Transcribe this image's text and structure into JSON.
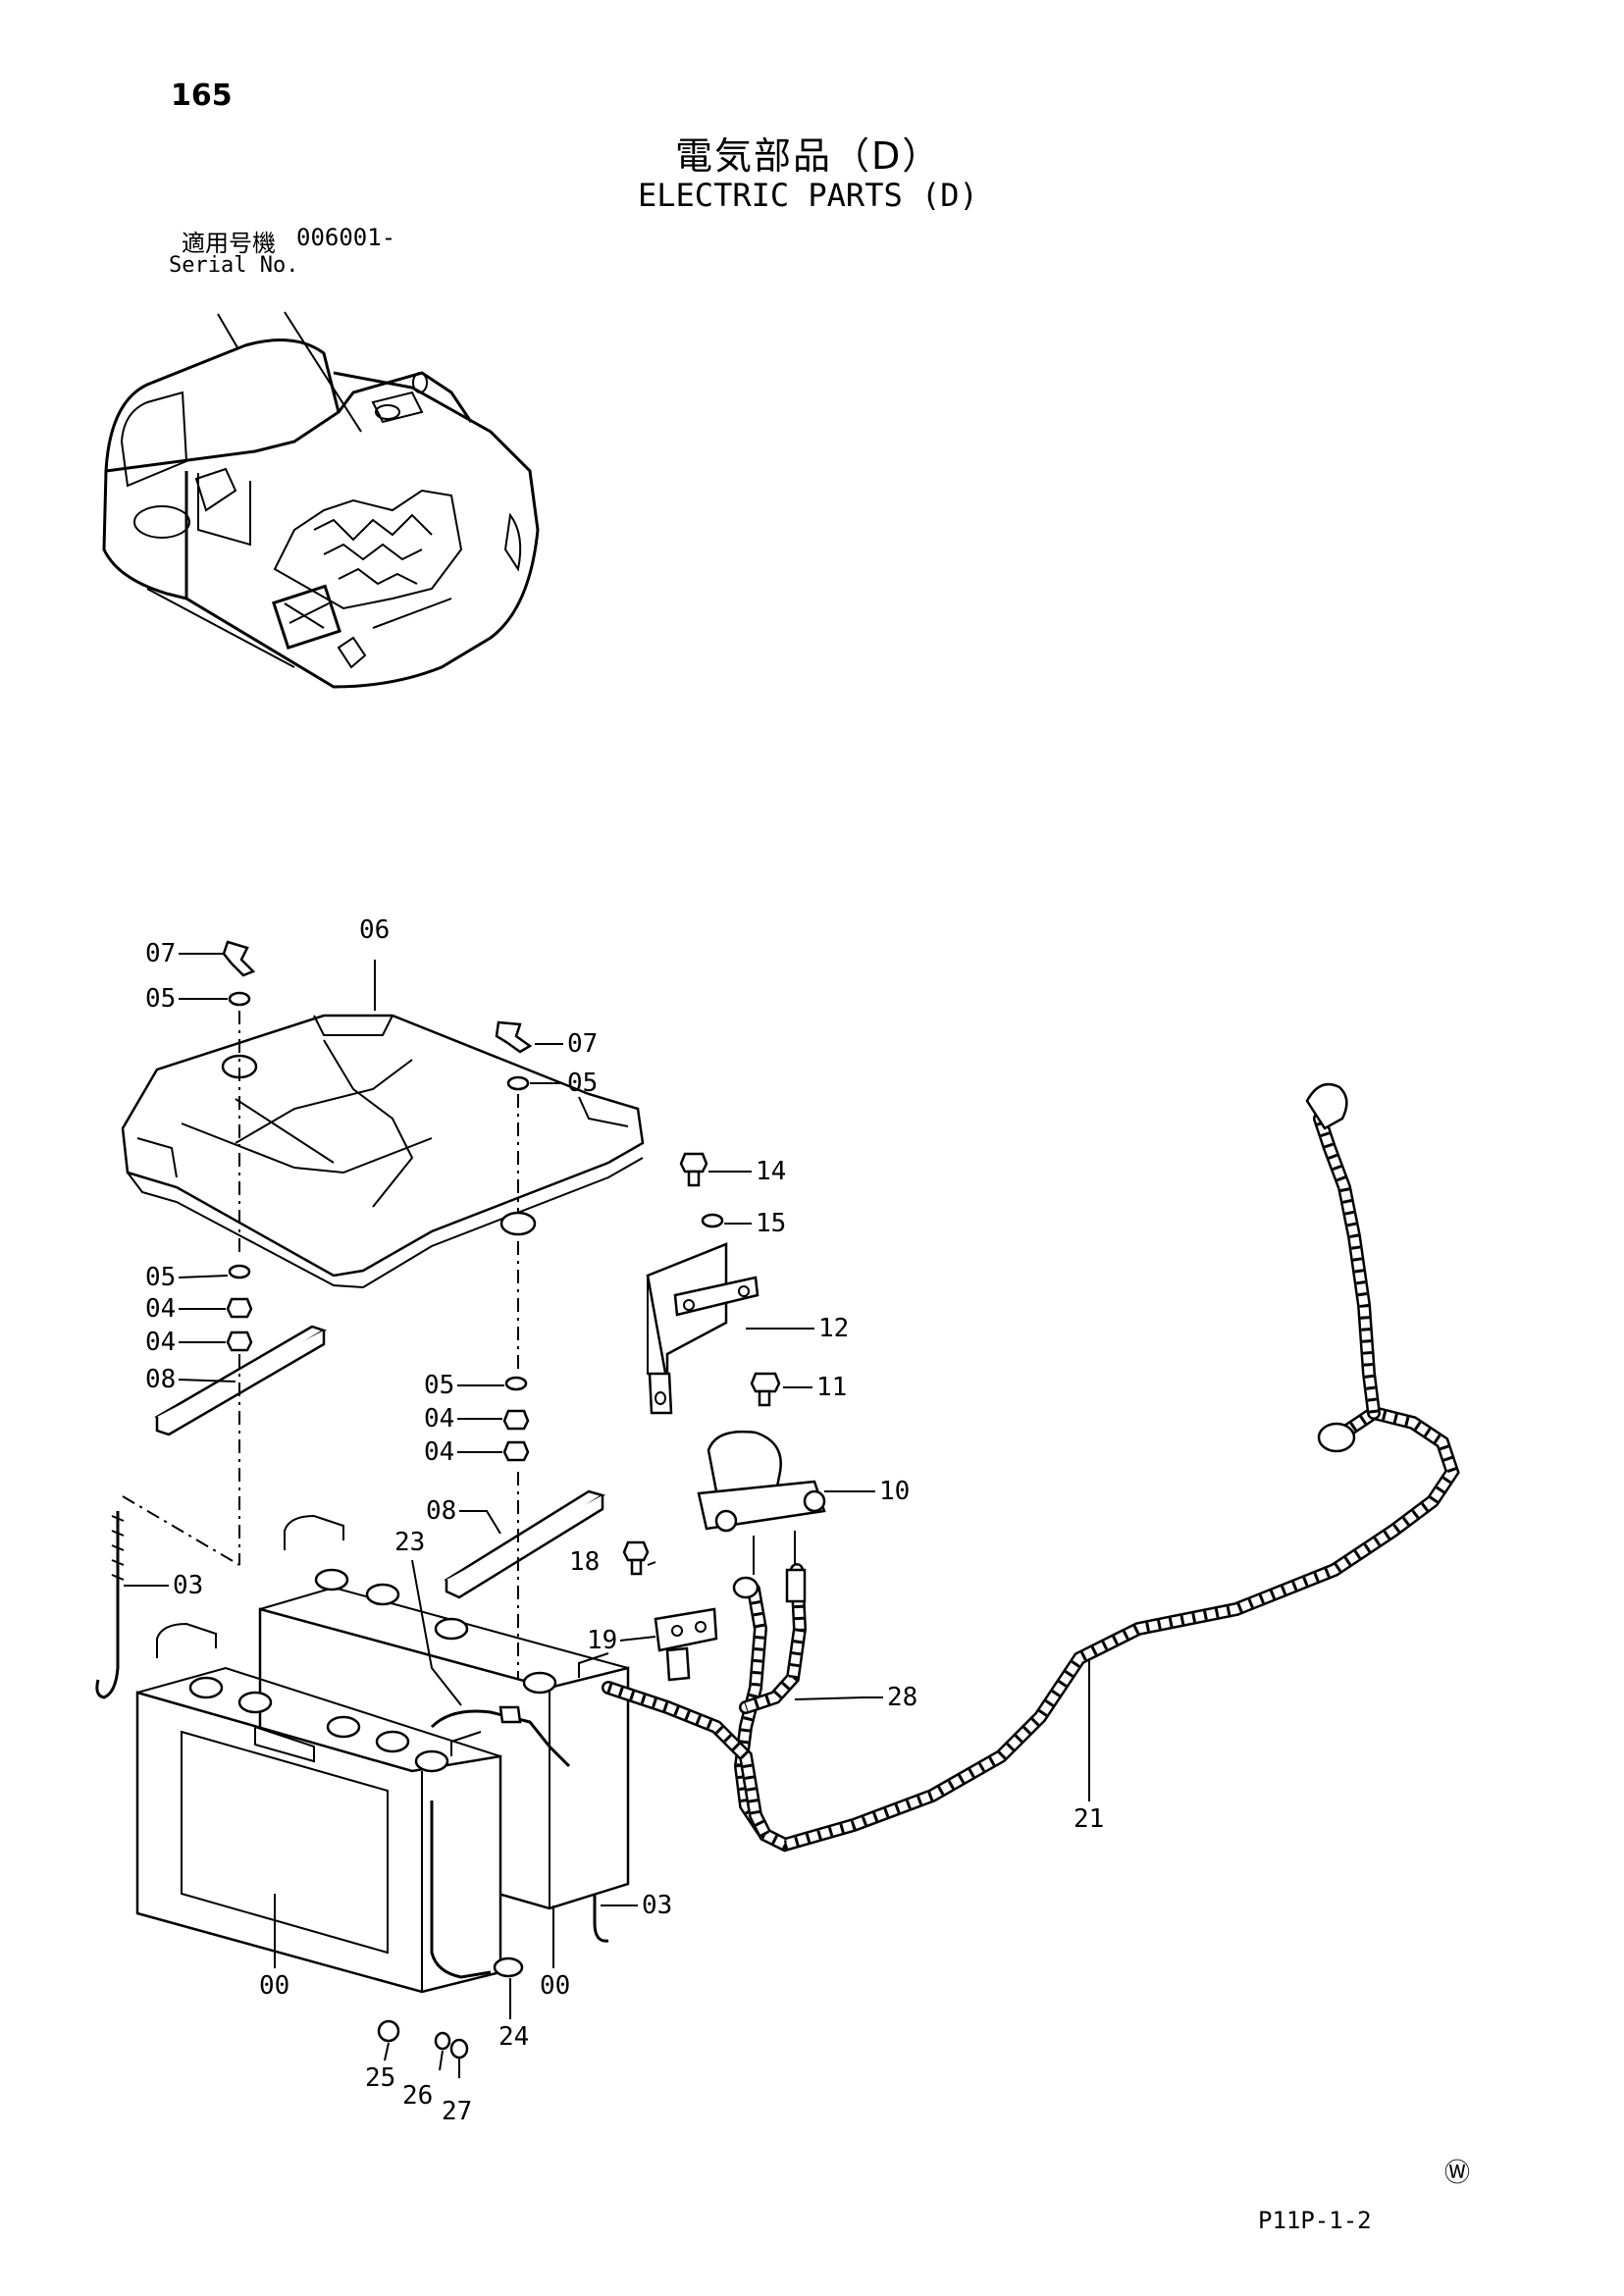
{
  "page_number": "165",
  "title_jp": "電気部品（D）",
  "title_en": "ELECTRIC PARTS (D)",
  "serial": {
    "label_jp": "適用号機",
    "value": "006001-",
    "label_en": "Serial No."
  },
  "page_code": "P11P-1-2",
  "mark": "Ⓦ",
  "callouts": {
    "c07a": "07",
    "c05a": "05",
    "c06": "06",
    "c07b": "07",
    "c05b": "05",
    "c05c": "05",
    "c04a": "04",
    "c04b": "04",
    "c08a": "08",
    "c05d": "05",
    "c04c": "04",
    "c04d": "04",
    "c08b": "08",
    "c03a": "03",
    "c23": "23",
    "c14": "14",
    "c15": "15",
    "c12": "12",
    "c11": "11",
    "c10": "10",
    "c18": "18",
    "c19": "19",
    "c28": "28",
    "c21": "21",
    "c03b": "03",
    "c00a": "00",
    "c00b": "00",
    "c24": "24",
    "c25": "25",
    "c26": "26",
    "c27": "27"
  }
}
